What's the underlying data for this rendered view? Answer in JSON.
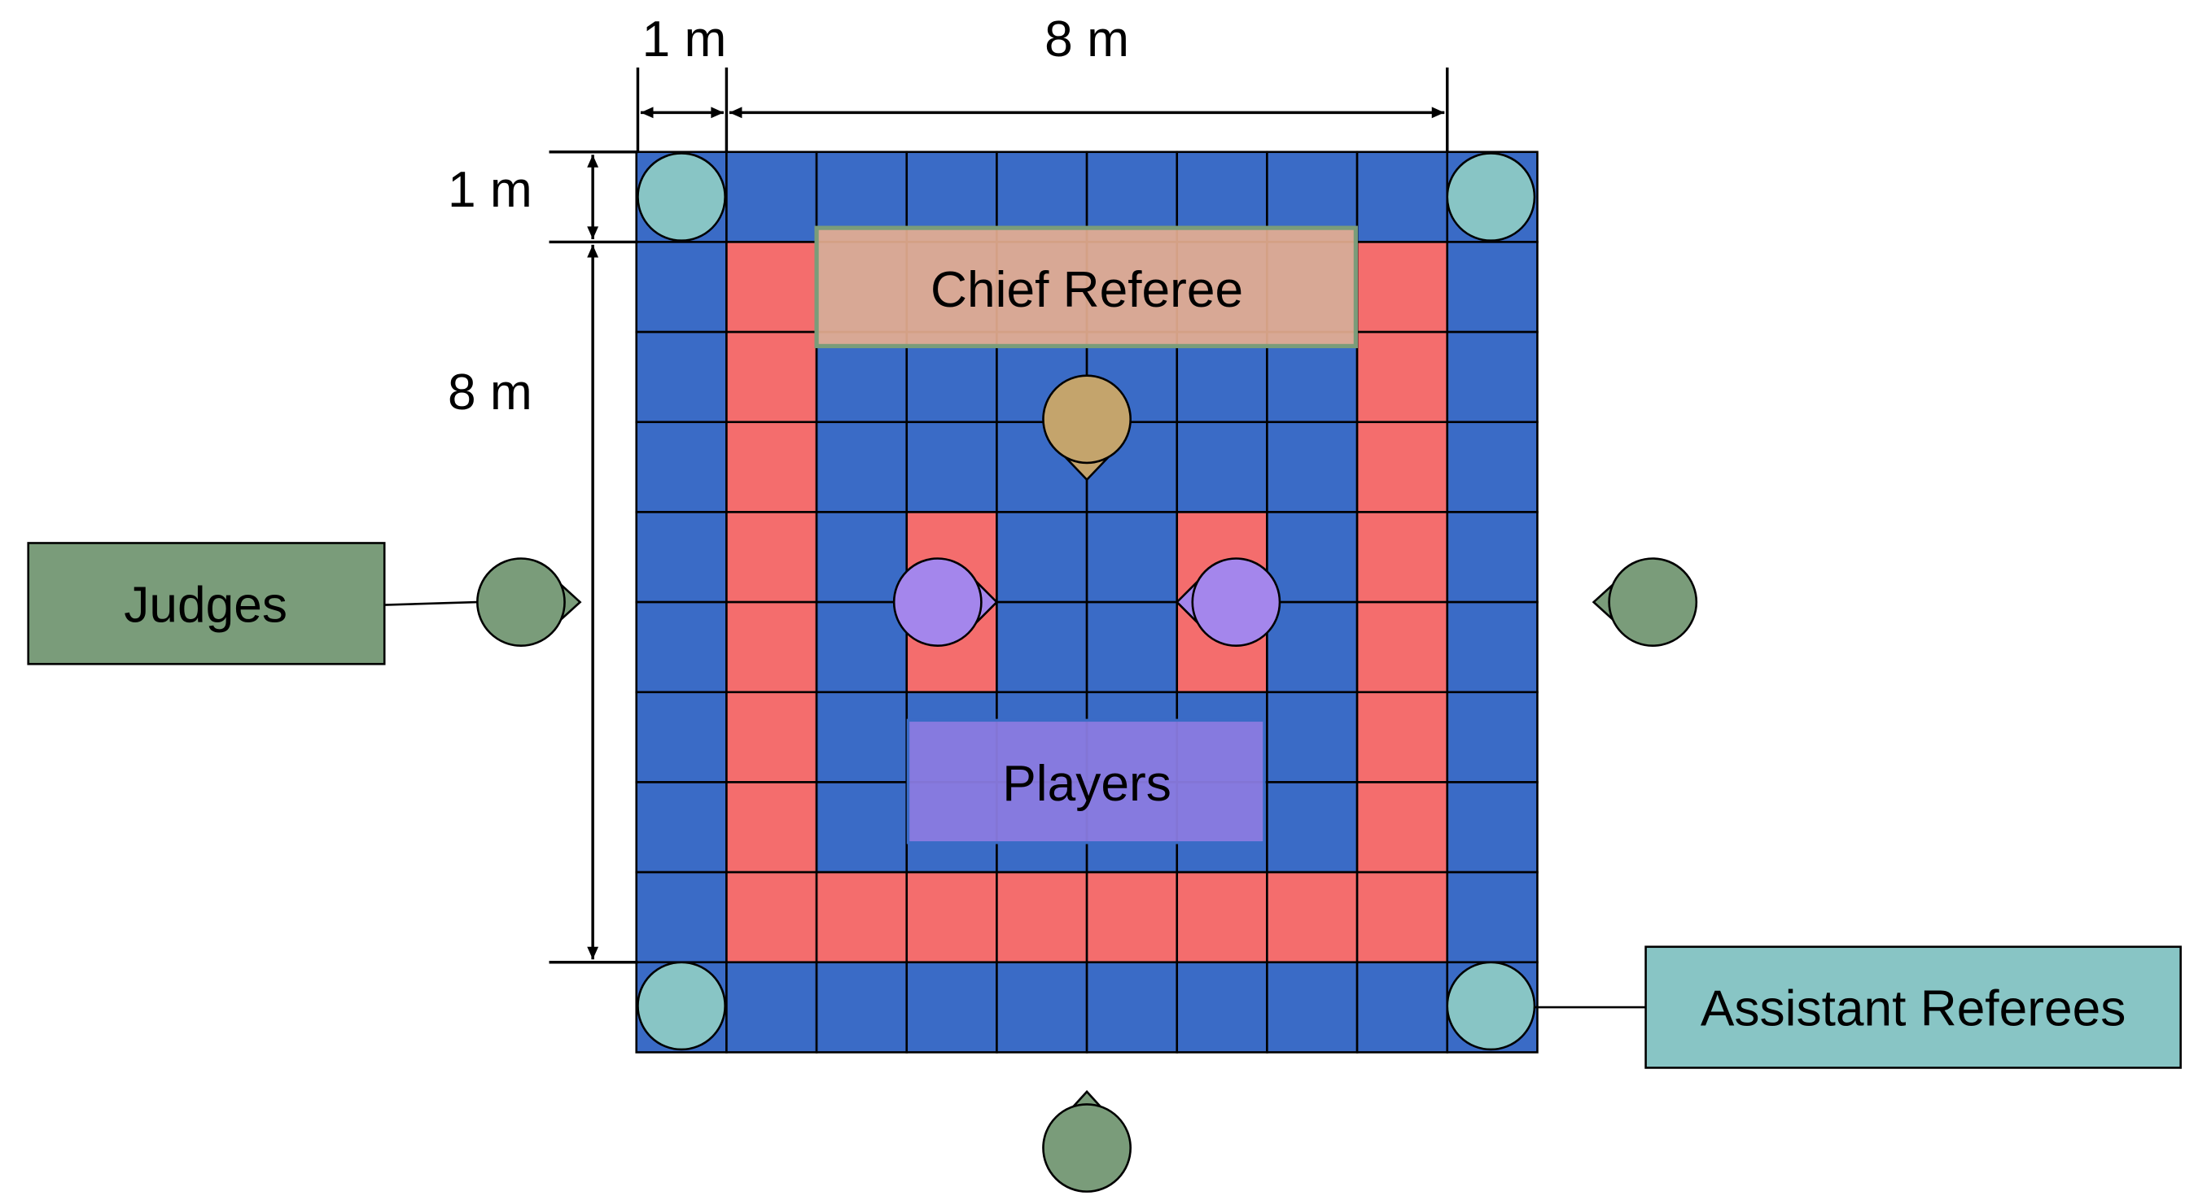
{
  "dimensions": {
    "top_small": "1 m",
    "top_large": "8 m",
    "side_small": "1 m",
    "side_large": "8 m"
  },
  "labels": {
    "judges": "Judges",
    "chief_referee": "Chief Referee",
    "players": "Players",
    "assistant_referees": "Assistant Referees"
  },
  "colors": {
    "mat_blue": "#3a6bc6",
    "zone_red": "#f46d6d",
    "chief_referee": "#e6ae90",
    "chief_referee_marker": "#c4a46c",
    "players_box": "#8a7be0",
    "player_marker": "#a486ec",
    "judge": "#7a9c7a",
    "assistant_referee": "#88c5c5",
    "grid_line": "#000000"
  }
}
